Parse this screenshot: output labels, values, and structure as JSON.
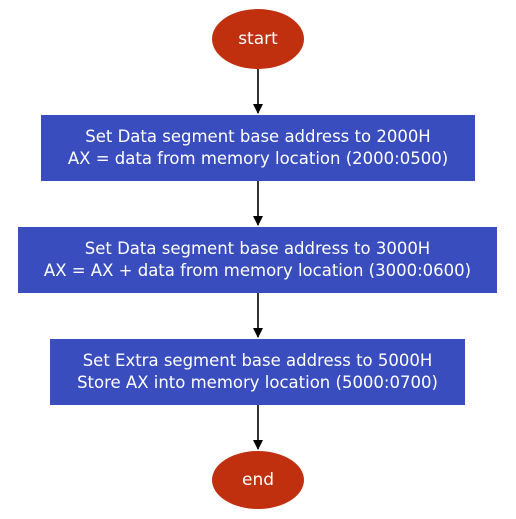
{
  "start": {
    "label": "start"
  },
  "steps": [
    {
      "line1": "Set Data segment base address to 2000H",
      "line2": "AX = data from memory location (2000:0500)"
    },
    {
      "line1": "Set Data segment base address to 3000H",
      "line2": "AX = AX + data from memory location (3000:0600)"
    },
    {
      "line1": "Set Extra segment base address to 5000H",
      "line2": "Store AX into memory location (5000:0700)"
    }
  ],
  "end": {
    "label": "end"
  },
  "colors": {
    "terminal": "#c0300f",
    "process": "#3a4dbf",
    "arrow": "#000000"
  }
}
